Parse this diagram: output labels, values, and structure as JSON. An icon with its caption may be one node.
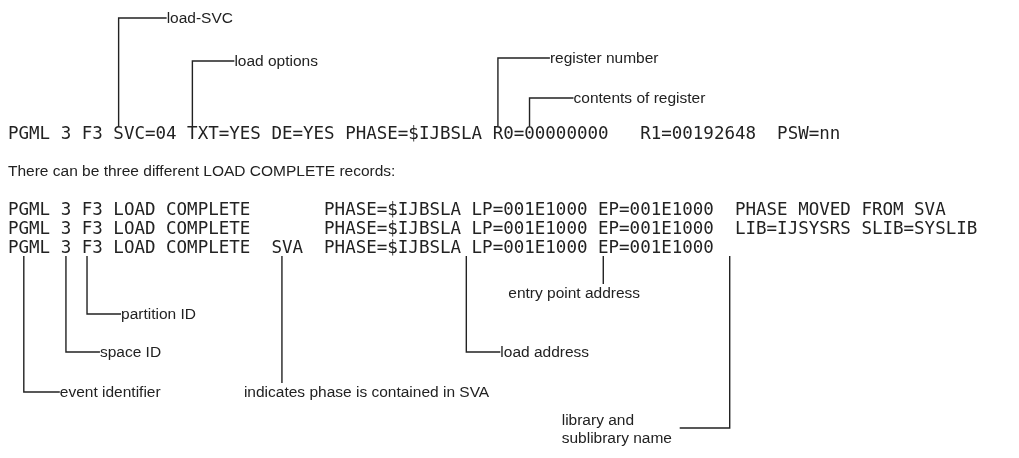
{
  "diagram": {
    "nodes": [
      {
        "text": [
          "load-SVC"
        ]
      },
      {
        "text": [
          "load options"
        ]
      },
      {
        "text": [
          "register number"
        ]
      },
      {
        "text": [
          "contents of register"
        ]
      },
      {
        "text": [
          "entry point address"
        ]
      },
      {
        "text": [
          "partition ID"
        ]
      },
      {
        "text": [
          "space ID"
        ]
      },
      {
        "text": [
          "load address"
        ]
      },
      {
        "text": [
          "event identifier"
        ]
      },
      {
        "text": [
          "indicates phase is contained in SVA"
        ]
      },
      {
        "text": [
          "library and sublibrary name"
        ]
      },
      {
        "text": [
          "PGML 3 F3 SVC=04 TXT=YES DE=YES PHASE=$IJBSLA R0=00000000   R1=00192648  PSW=nn"
        ]
      },
      {
        "text": [
          "PGML 3 F3 LOAD COMPLETE  SVA  PHASE=$IJBSLA LP=001E1000 EP=001E1000"
        ]
      }
    ],
    "edges": [
      {
        "from": 0,
        "to": 11,
        "arrow": "none"
      },
      {
        "from": 1,
        "to": 11,
        "arrow": "none"
      },
      {
        "from": 2,
        "to": 11,
        "arrow": "none"
      },
      {
        "from": 3,
        "to": 11,
        "arrow": "none"
      },
      {
        "from": 4,
        "to": 12,
        "arrow": "none"
      },
      {
        "from": 5,
        "to": 12,
        "arrow": "none"
      },
      {
        "from": 6,
        "to": 12,
        "arrow": "none"
      },
      {
        "from": 7,
        "to": 12,
        "arrow": "none"
      },
      {
        "from": 8,
        "to": 12,
        "arrow": "none"
      },
      {
        "from": 9,
        "to": 12,
        "arrow": "none"
      },
      {
        "from": 10,
        "to": 12,
        "arrow": "none"
      }
    ],
    "labels": [
      "There can be three different LOAD COMPLETE records:",
      "PGML 3 F3 LOAD COMPLETE       PHASE=$IJBSLA LP=001E1000 EP=001E1000  PHASE MOVED FROM SVA",
      "PGML 3 F3 LOAD COMPLETE       PHASE=$IJBSLA LP=001E1000 EP=001E1000  LIB=IJSYSRS SLIB=SYSLIB"
    ]
  }
}
